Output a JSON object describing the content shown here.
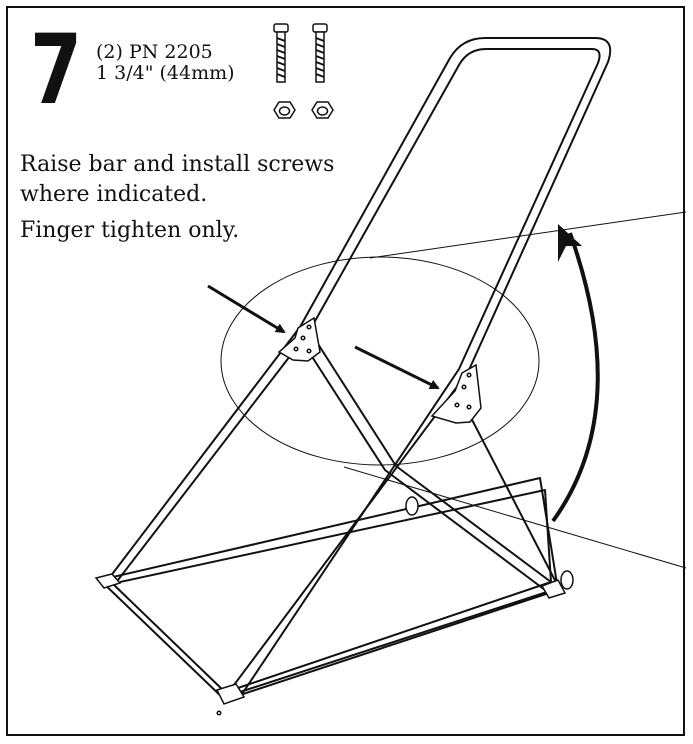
{
  "step": {
    "number": "7",
    "part_quantity": "(2) PN 2205",
    "part_size": "1 3/4\" (44mm)"
  },
  "instructions": {
    "line1": "Raise bar and install screws",
    "line2": "where indicated.",
    "line3": "Finger tighten only."
  },
  "hardware_icons": [
    "screw-icon",
    "screw-icon",
    "nut-icon",
    "nut-icon"
  ],
  "colors": {
    "ink": "#111111",
    "background": "#ffffff"
  }
}
